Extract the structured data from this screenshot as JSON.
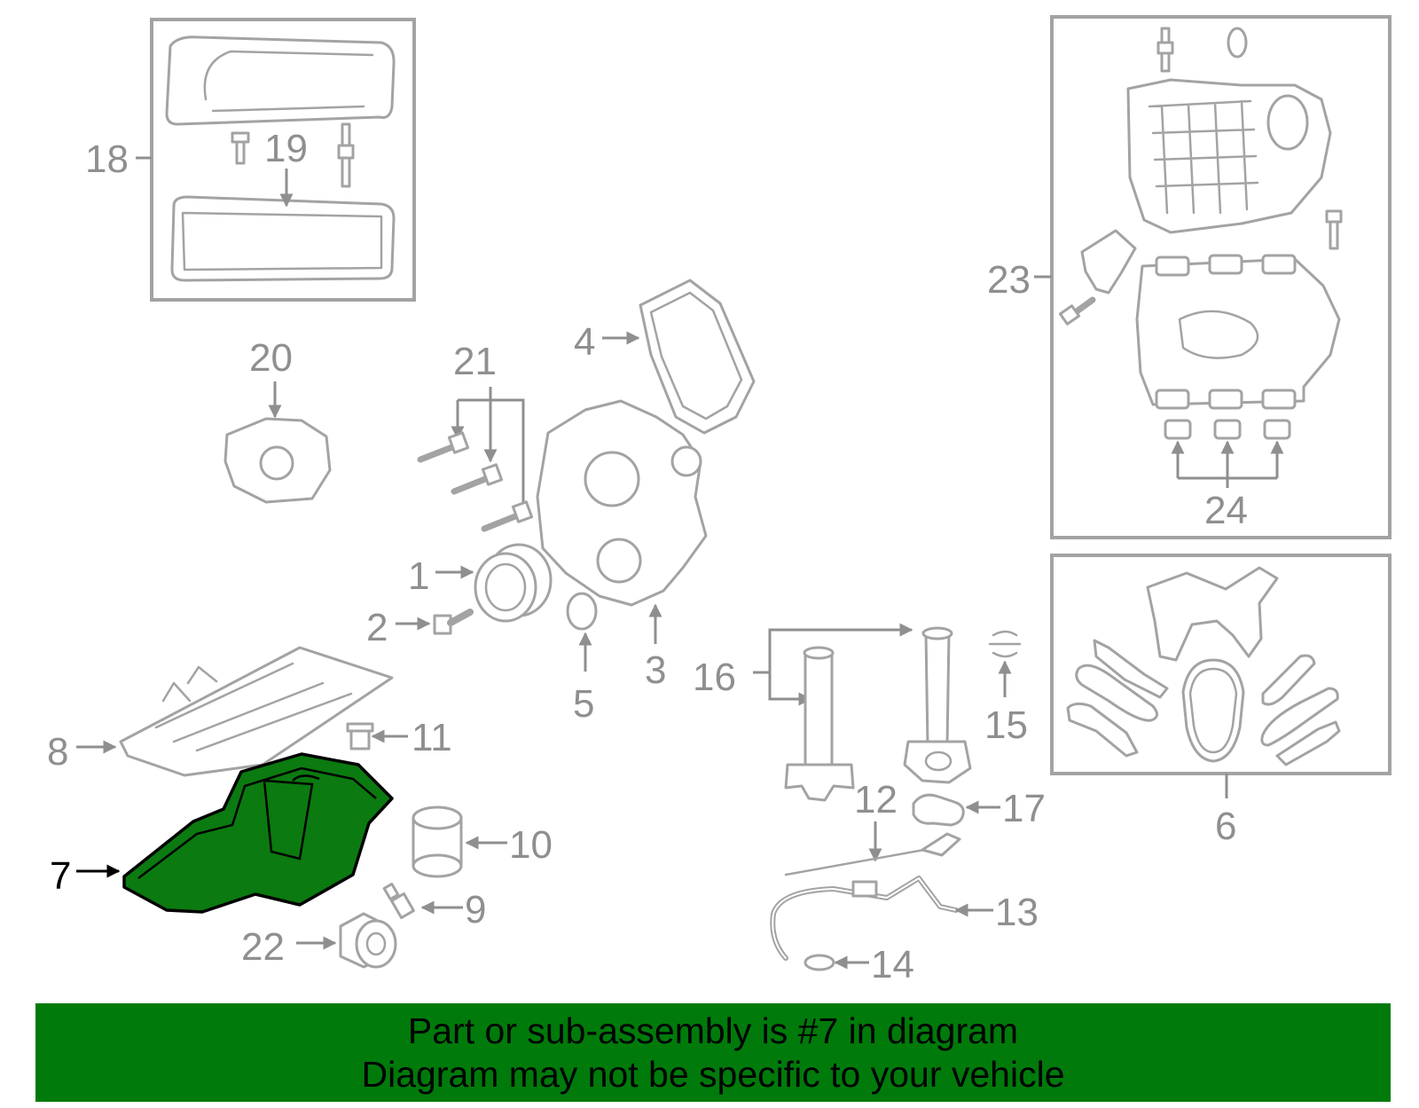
{
  "colors": {
    "banner_bg": "#007a0b",
    "highlight_fill": "#0b7a10",
    "part_stroke": "#a3a3a3",
    "label_gray": "#8f8f8f",
    "label_highlight": "#000000"
  },
  "diagram": {
    "highlighted_part": "7",
    "labels": {
      "l1": "1",
      "l2": "2",
      "l3": "3",
      "l4": "4",
      "l5": "5",
      "l6": "6",
      "l7": "7",
      "l8": "8",
      "l9": "9",
      "l10": "10",
      "l11": "11",
      "l12": "12",
      "l13": "13",
      "l14": "14",
      "l15": "15",
      "l16": "16",
      "l17": "17",
      "l18": "18",
      "l19": "19",
      "l20": "20",
      "l21": "21",
      "l22": "22",
      "l23": "23",
      "l24": "24"
    }
  },
  "banner": {
    "line1": "Part or sub-assembly is #7 in diagram",
    "line2": "Diagram may not be specific to your vehicle"
  }
}
